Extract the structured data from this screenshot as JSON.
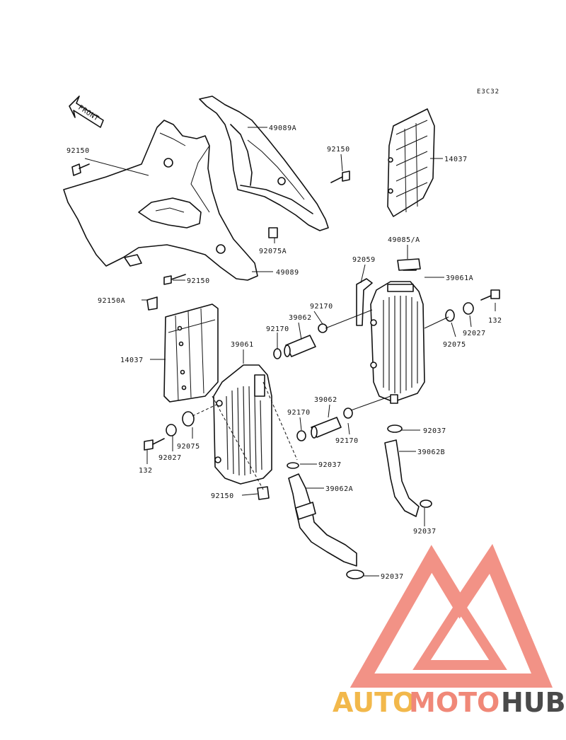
{
  "diagram_code": "E3C32",
  "front_label": "FRONT",
  "watermark": {
    "text_part1": "AUTO",
    "text_part2": "MOTO",
    "text_part3": "HUB",
    "color1": "#f2b84b",
    "color2": "#f08878",
    "color3": "#4a4a4a",
    "logo_color": "#f07f72"
  },
  "labels": {
    "l49089A": "49089A",
    "l92150_a": "92150",
    "l92150_b": "92150",
    "l14037_a": "14037",
    "l92075A": "92075A",
    "l49089": "49089",
    "l92150_c": "92150",
    "l92150A": "92150A",
    "l49085A": "49085/A",
    "l92059": "92059",
    "l39061A": "39061A",
    "l92170_a": "92170",
    "l39062_a": "39062",
    "l92170_b": "92170",
    "l132_a": "132",
    "l92027_a": "92027",
    "l92075_a": "92075",
    "l14037_b": "14037",
    "l39061": "39061",
    "l39062_b": "39062",
    "l92170_c": "92170",
    "l92170_d": "92170",
    "l92037_a": "92037",
    "l39062B": "39062B",
    "l92075_b": "92075",
    "l92027_b": "92027",
    "l132_b": "132",
    "l92037_b": "92037",
    "l39062A": "39062A",
    "l92150_d": "92150",
    "l92037_c": "92037",
    "l92037_d": "92037"
  }
}
